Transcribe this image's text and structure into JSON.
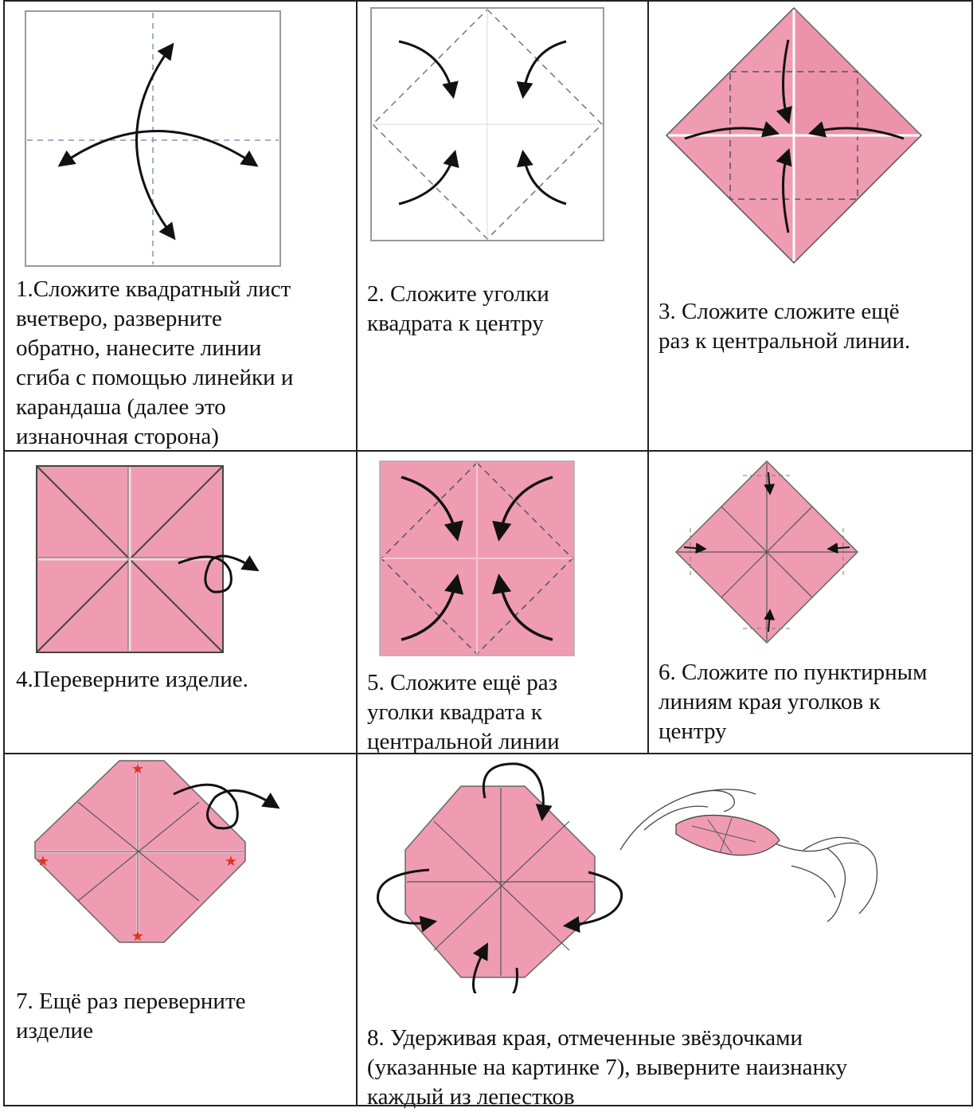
{
  "colors": {
    "paper_pink": "#ef9cb3",
    "paper_pink_dark": "#e7839f",
    "fold_line": "#5a5a5a",
    "star": "#e23320",
    "border": "#222222"
  },
  "steps": [
    {
      "number": 1,
      "caption": "1.Сложите квадратный лист\nвчетверо, разверните\nобратно, нанесите линии\nсгиба с помощью линейки и\nкарандаша (далее это\nизнаночная сторона)",
      "illustration": "white-square-with-dashed-crosshair-and-curved-arrows"
    },
    {
      "number": 2,
      "caption": "2. Сложите уголки\nквадрата к центру",
      "illustration": "white-square-with-dashed-diamond-and-four-arrows"
    },
    {
      "number": 3,
      "caption": "3. Сложите сложите ещё\nраз к центральной линии.",
      "illustration": "pink-diamond-with-dashed-square-and-arrows"
    },
    {
      "number": 4,
      "caption": "4.Переверните изделие.",
      "illustration": "pink-square-with-creases-and-flip-arrow"
    },
    {
      "number": 5,
      "caption": "5. Сложите ещё раз\nуголки квадрата  к\nцентральной линии",
      "illustration": "pink-square-with-dashed-diamond-and-arrows"
    },
    {
      "number": 6,
      "caption": "6. Сложите по пунктирным\nлиниям края уголков к\nцентру",
      "illustration": "small-pink-diamond-with-corner-arrows"
    },
    {
      "number": 7,
      "caption": "7.  Ещё раз переверните\nизделие",
      "illustration": "pink-octagon-with-red-stars-and-flip-arrow"
    },
    {
      "number": 8,
      "caption": "8. Удерживая края, отмеченные звёздочками\n(указанные на картинке 7), выверните наизнанку\nкаждый из лепестков",
      "illustration": "pink-octagon-with-four-curved-arrows-and-hands"
    }
  ]
}
